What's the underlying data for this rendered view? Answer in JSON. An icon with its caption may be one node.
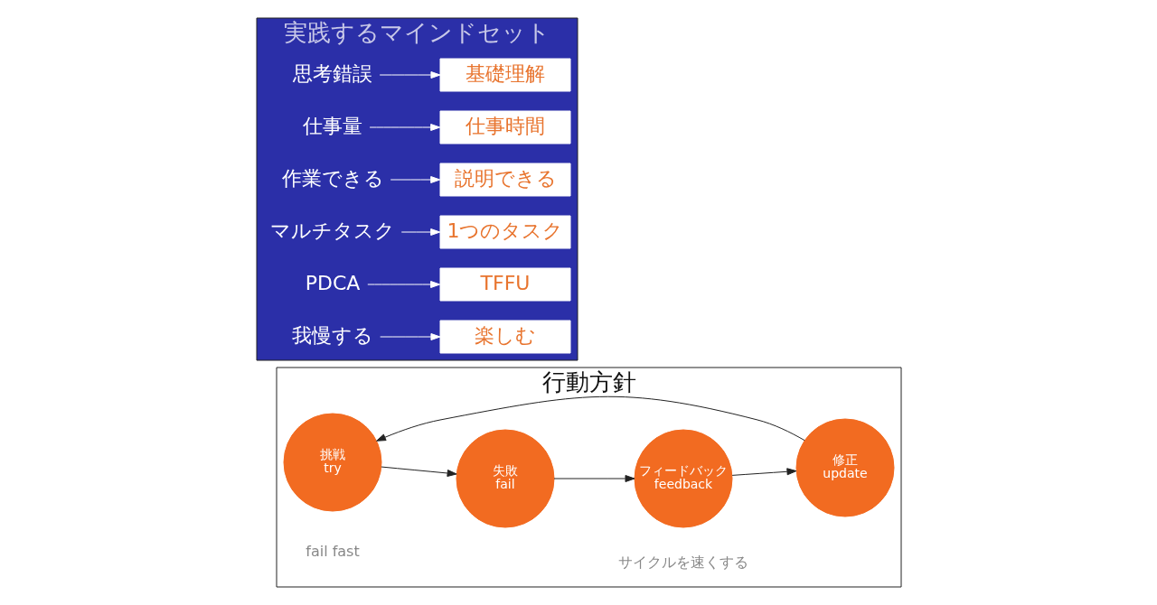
{
  "diagram": {
    "nodes": [
      {
        "text": [
          "行動方針"
        ]
      },
      {
        "text": [
          "挑戦",
          "try"
        ],
        "in": 0,
        "beside": [
          "fail fast"
        ]
      },
      {
        "text": [
          "失敗",
          "fail"
        ],
        "in": 0
      },
      {
        "text": [
          "フィードバック",
          "feedback"
        ],
        "in": 0,
        "beside": [
          "サイクルを速くする"
        ]
      },
      {
        "text": [
          "修正",
          "update"
        ],
        "in": 0
      },
      {
        "text": [
          "実践するマインドセット"
        ]
      },
      {
        "text": [
          "思考錯誤"
        ],
        "in": 5
      },
      {
        "text": [
          "基礎理解"
        ],
        "in": 5
      },
      {
        "text": [
          "仕事量"
        ],
        "in": 5
      },
      {
        "text": [
          "仕事時間"
        ],
        "in": 5
      },
      {
        "text": [
          "作業できる"
        ],
        "in": 5
      },
      {
        "text": [
          "説明できる"
        ],
        "in": 5
      },
      {
        "text": [
          "マルチタスク"
        ],
        "in": 5
      },
      {
        "text": [
          "1つのタスク"
        ],
        "in": 5
      },
      {
        "text": [
          "PDCA"
        ],
        "in": 5
      },
      {
        "text": [
          "TFFU"
        ],
        "in": 5
      },
      {
        "text": [
          "我慢する"
        ],
        "in": 5
      },
      {
        "text": [
          "楽しむ"
        ],
        "in": 5
      }
    ],
    "edges": [
      {
        "from": 1,
        "to": 2,
        "arrow": "to",
        "color": "#222222"
      },
      {
        "from": 2,
        "to": 3,
        "arrow": "to",
        "color": "#222222"
      },
      {
        "from": 3,
        "to": 4,
        "arrow": "to",
        "color": "#222222"
      },
      {
        "from": 4,
        "to": 1,
        "arrow": "to",
        "color": "#222222"
      },
      {
        "from": 6,
        "to": 7,
        "arrow": "to",
        "color": "#ffffff"
      },
      {
        "from": 8,
        "to": 9,
        "arrow": "to",
        "color": "#ffffff"
      },
      {
        "from": 10,
        "to": 11,
        "arrow": "to",
        "color": "#ffffff"
      },
      {
        "from": 12,
        "to": 13,
        "arrow": "to",
        "color": "#ffffff"
      },
      {
        "from": 14,
        "to": 15,
        "arrow": "to",
        "color": "#ffffff"
      },
      {
        "from": 16,
        "to": 17,
        "arrow": "to",
        "color": "#ffffff"
      }
    ]
  }
}
